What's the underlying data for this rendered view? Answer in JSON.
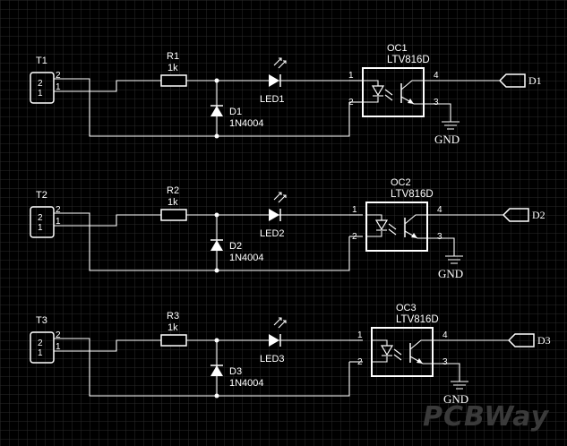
{
  "channels": [
    {
      "terminal": "T1",
      "term_pin_a": "2",
      "term_pin_b": "1",
      "term_body_a": "2",
      "term_body_b": "1",
      "resistor": "R1",
      "resistor_value": "1k",
      "diode": "D1",
      "diode_model": "1N4004",
      "led": "LED1",
      "opto": "OC1",
      "opto_model": "LTV816D",
      "opto_pin1": "1",
      "opto_pin2": "2",
      "opto_pin3": "3",
      "opto_pin4": "4",
      "gnd": "GND",
      "net": "D1"
    },
    {
      "terminal": "T2",
      "term_pin_a": "2",
      "term_pin_b": "1",
      "term_body_a": "2",
      "term_body_b": "1",
      "resistor": "R2",
      "resistor_value": "1k",
      "diode": "D2",
      "diode_model": "1N4004",
      "led": "LED2",
      "opto": "OC2",
      "opto_model": "LTV816D",
      "opto_pin1": "1",
      "opto_pin2": "2",
      "opto_pin3": "3",
      "opto_pin4": "4",
      "gnd": "GND",
      "net": "D2"
    },
    {
      "terminal": "T3",
      "term_pin_a": "2",
      "term_pin_b": "1",
      "term_body_a": "2",
      "term_body_b": "1",
      "resistor": "R3",
      "resistor_value": "1k",
      "diode": "D3",
      "diode_model": "1N4004",
      "led": "LED3",
      "opto": "OC3",
      "opto_model": "LTV816D",
      "opto_pin1": "1",
      "opto_pin2": "2",
      "opto_pin3": "3",
      "opto_pin4": "4",
      "gnd": "GND",
      "net": "D3"
    }
  ],
  "watermark": "PCBWay",
  "colors": {
    "background": "#000000",
    "grid": "#2a2a2a",
    "wire": "#ffffff",
    "watermark": "#3a3a3a"
  }
}
